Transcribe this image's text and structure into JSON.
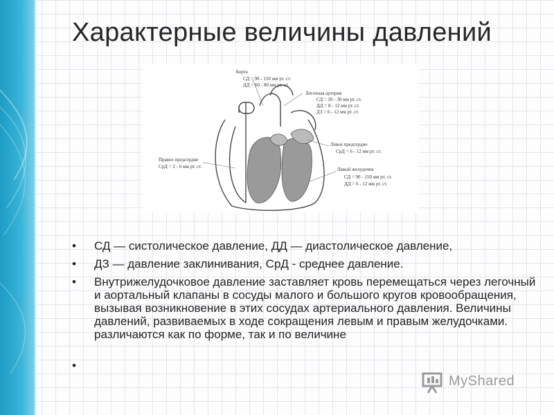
{
  "slide": {
    "title": "Характерные величины давлений"
  },
  "figure": {
    "labels": [
      "Аорта",
      "СД = 90 - 150 мм рт. ст.",
      "ДД = 60 - 80 мм рт. ст.",
      "Легочная артерия",
      "СД = 20 - 30 мм рт. ст.",
      "ДД = 8 - 12 мм рт. ст.",
      "ДЗ = 6 - 12 мм рт. ст.",
      "Левое предсердие",
      "СрД = 6 - 12 мм рт. ст.",
      "Правое предсердие",
      "СрД = 2 - 6 мм рт. ст.",
      "Левый желудочек",
      "СД = 90 - 150 мм рт. ст.",
      "ДД = 6 - 12 мм рт. ст."
    ]
  },
  "bullets": [
    "СД — систолическое давление, ДД — диастолическое давление,",
    "ДЗ — давление заклинивания, СрД - среднее давление.",
    "Внутрижелудочковое давление заставляет кровь перемещаться через легочный и аортальный клапаны в сосуды малого и большого кругов кровообращения, вызывая возникновение в этих сосудах артериального давления. Величины давлений, развиваемых в ходе сокращения левым и правым желудочками. различаются как по форме, так и по величине",
    ""
  ],
  "bullet_symbol": "•",
  "watermark": {
    "text": "MyShared",
    "icon": "presentation-board-icon"
  },
  "colors": {
    "sidebar": "#39b3d7",
    "title": "#262626",
    "text": "#222222",
    "grid": "#e2e6ea"
  }
}
